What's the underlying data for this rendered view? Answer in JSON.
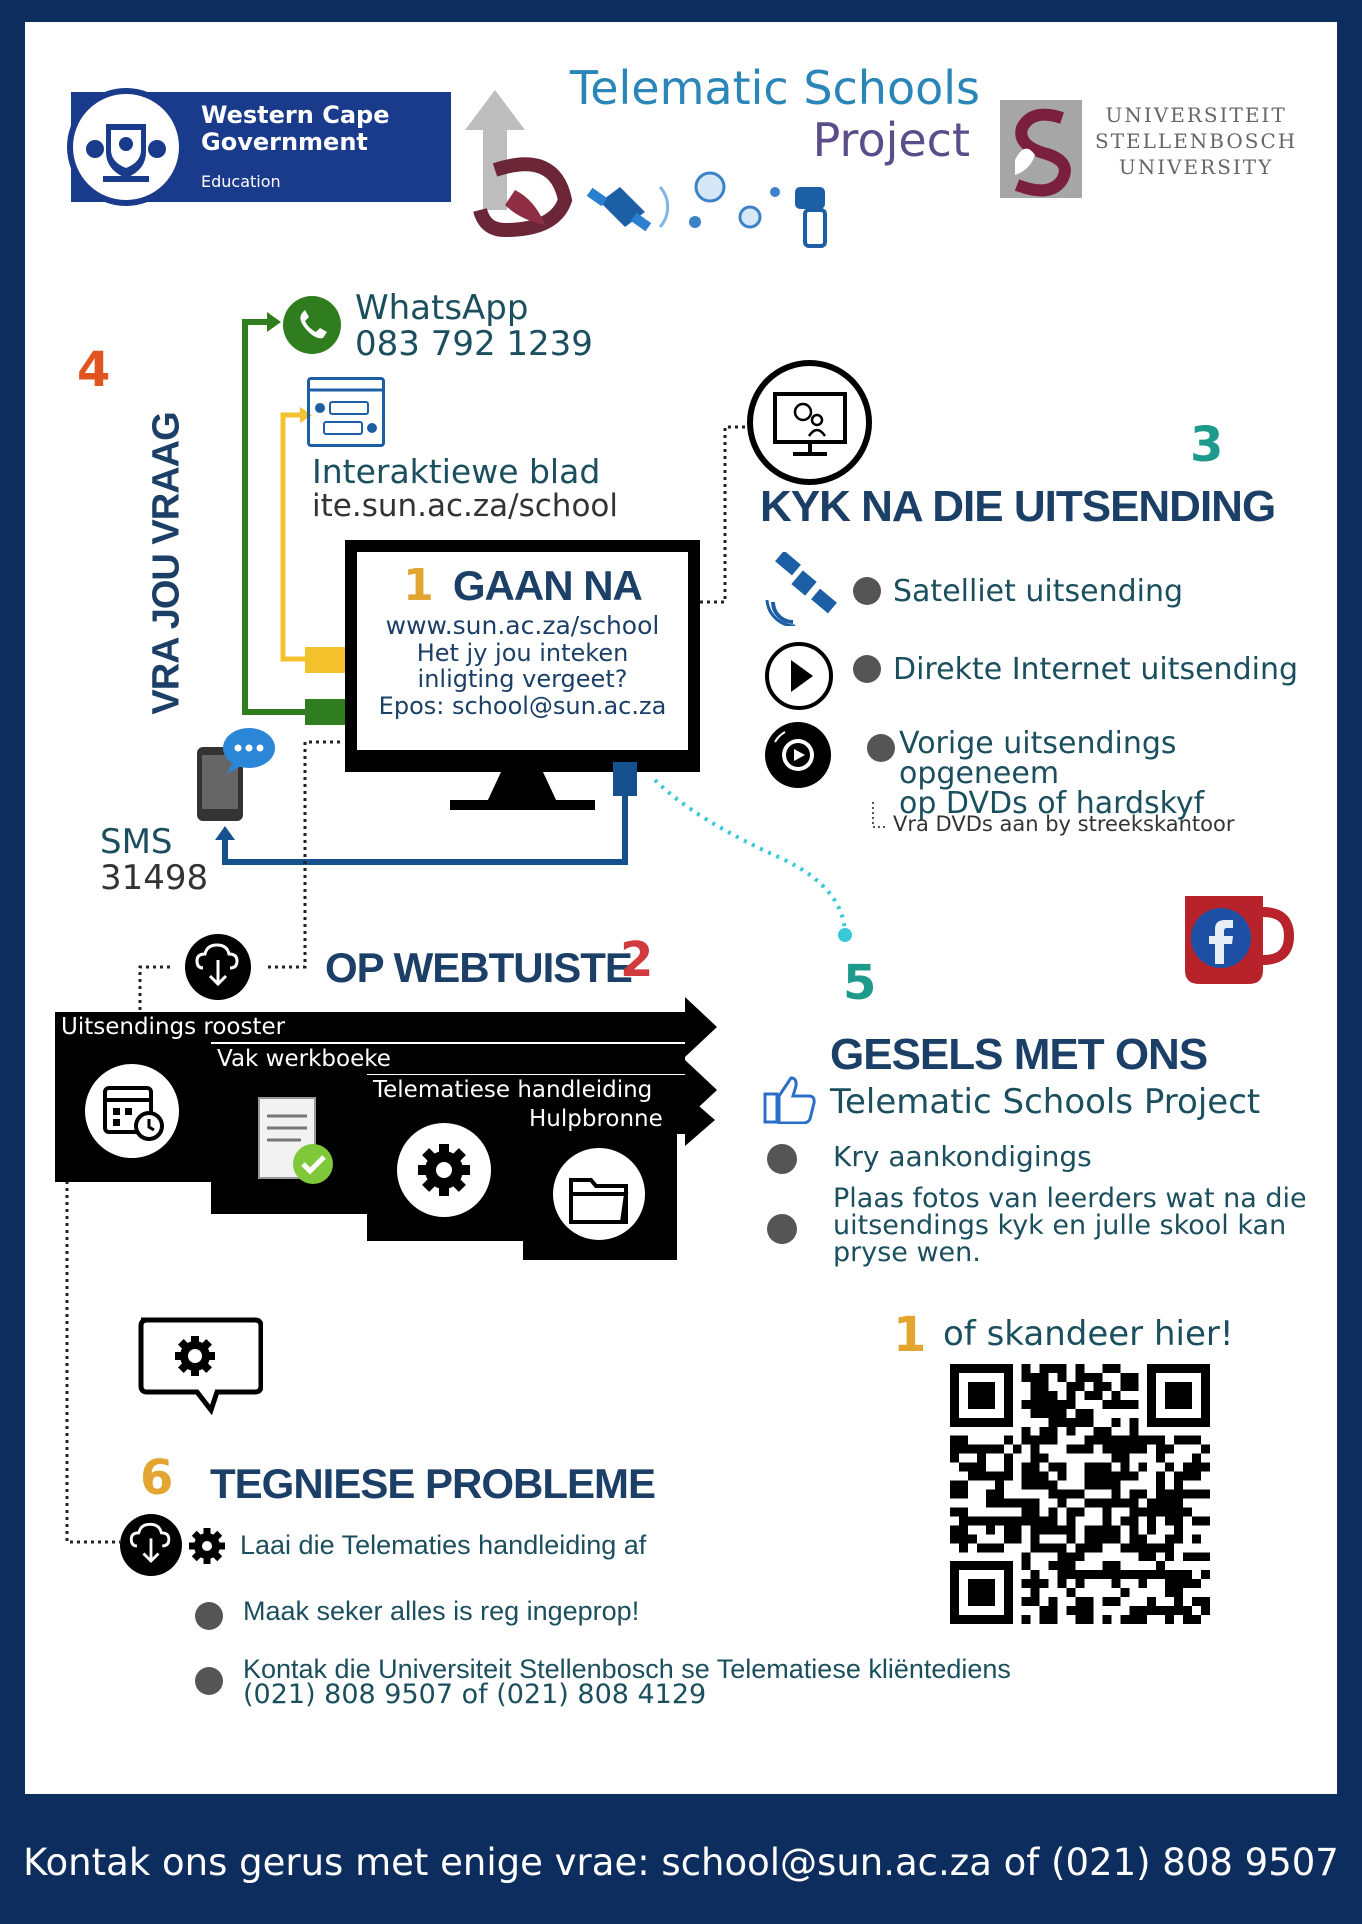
{
  "header": {
    "wcg_name_line1": "Western Cape",
    "wcg_name_line2": "Government",
    "wcg_dept": "Education",
    "project_title_line1": "Telematic Schools",
    "project_title_line2": "Project",
    "su_line1": "UNIVERSITEIT",
    "su_line2": "STELLENBOSCH",
    "su_line3": "UNIVERSITY"
  },
  "section4": {
    "number": "4",
    "vertical_label": "VRA JOU VRAAG",
    "whatsapp_label": "WhatsApp",
    "whatsapp_number": "083 792 1239",
    "interactive_label": "Interaktiewe blad",
    "interactive_url": "ite.sun.ac.za/school",
    "sms_label": "SMS",
    "sms_number": "31498"
  },
  "section1": {
    "number": "1",
    "title": "GAAN NA",
    "url": "www.sun.ac.za/school",
    "forgot_line1": "Het jy jou inteken",
    "forgot_line2": "inligting vergeet?",
    "email_line": "Epos: school@sun.ac.za"
  },
  "section3": {
    "number": "3",
    "title": "KYK NA DIE UITSENDING",
    "items": [
      {
        "label": "Satelliet uitsending"
      },
      {
        "label": "Direkte Internet uitsending"
      },
      {
        "label_line1": "Vorige uitsendings opgeneem",
        "label_line2": "op DVDs of hardskyf"
      }
    ],
    "note": "Vra DVDs aan by streekskantoor"
  },
  "section2": {
    "number": "2",
    "title": "OP WEBTUISTE",
    "tabs": [
      {
        "label": "Uitsendings rooster"
      },
      {
        "label": "Vak werkboeke"
      },
      {
        "label": "Telematiese handleiding"
      },
      {
        "label": "Hulpbronne"
      }
    ]
  },
  "section5": {
    "number": "5",
    "title": "GESELS MET ONS",
    "page_name": "Telematic Schools Project",
    "item1": "Kry aankondigings",
    "item2_line1": "Plaas fotos van leerders wat na die",
    "item2_line2": "uitsendings kyk en julle skool kan",
    "item2_line3": "pryse wen."
  },
  "qr": {
    "number": "1",
    "label": "of skandeer hier!"
  },
  "section6": {
    "number": "6",
    "title": "TEGNIESE PROBLEME",
    "item1": "Laai die Telematies handleiding af",
    "item2": "Maak seker alles is reg ingeprop!",
    "item3_line1": "Kontak die Universiteit Stellenbosch se Telematiese kliëntediens",
    "item3_line2": "(021) 808 9507 of (021) 808 4129"
  },
  "footer": {
    "text": "Kontak ons gerus met enige vrae: school@sun.ac.za of (021) 808 9507"
  },
  "colors": {
    "navy": "#0d2d5e",
    "heading": "#1b3f66",
    "orange": "#e0541f",
    "teal": "#1e9a8c",
    "gold": "#e3a531",
    "red": "#d13a3f",
    "whatsapp_green": "#2f7d1e",
    "cable_yellow": "#f3c22d",
    "cable_blue": "#16518f"
  }
}
